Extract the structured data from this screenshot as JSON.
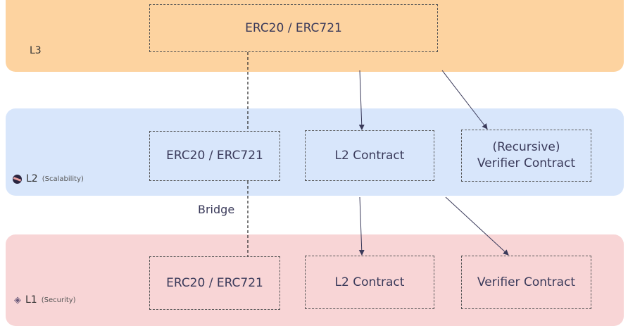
{
  "layers": {
    "l3": {
      "label": "L3",
      "box": "ERC20 / ERC721"
    },
    "l2": {
      "label": "L2",
      "sub": "(Scalability)",
      "boxes": [
        "ERC20 / ERC721",
        "L2 Contract",
        "(Recursive)\nVerifier Contract"
      ]
    },
    "l1": {
      "label": "L1",
      "sub": "(Security)",
      "boxes": [
        "ERC20 / ERC721",
        "L2 Contract",
        "Verifier Contract"
      ]
    }
  },
  "bridge": "Bridge",
  "colors": {
    "l3": "#fdd3a0",
    "l2": "#d8e6fb",
    "l1": "#f8d5d6"
  }
}
